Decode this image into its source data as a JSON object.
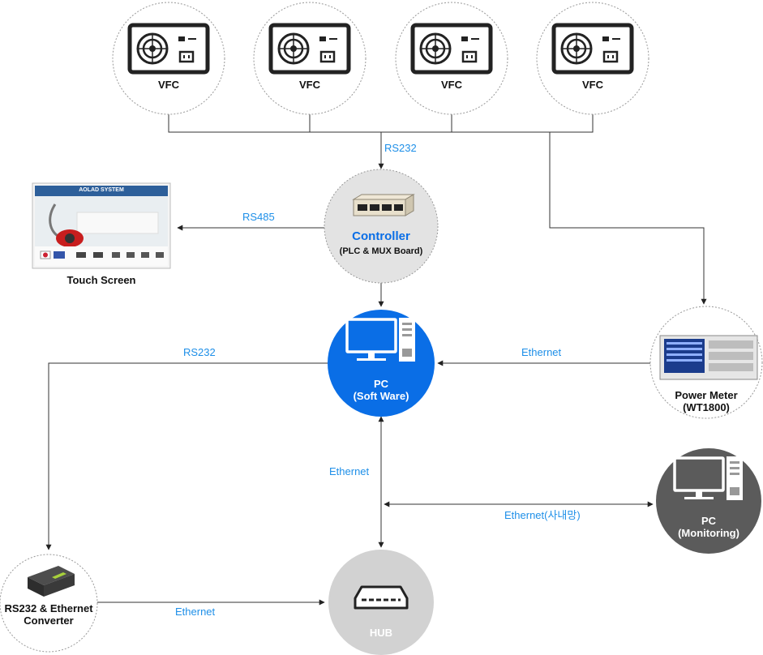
{
  "vfc_nodes": [
    {
      "label": "VFC"
    },
    {
      "label": "VFC"
    },
    {
      "label": "VFC"
    },
    {
      "label": "VFC"
    }
  ],
  "controller": {
    "title": "Controller",
    "subtitle": "(PLC & MUX Board)"
  },
  "touch_screen": {
    "label": "Touch Screen",
    "screen_header": "AOLAD SYSTEM"
  },
  "pc_main": {
    "line1": "PC",
    "line2": "(Soft Ware)"
  },
  "power_meter": {
    "line1": "Power Meter",
    "line2": "(WT1800)"
  },
  "pc_monitor": {
    "line1": "PC",
    "line2": "(Monitoring)"
  },
  "converter": {
    "line1": "RS232 & Ethernet",
    "line2": "Converter"
  },
  "hub": {
    "label": "HUB"
  },
  "links": {
    "vfc_to_controller": "RS232",
    "controller_to_touch": "RS485",
    "pc_to_converter": "RS232",
    "meter_to_pc": "Ethernet",
    "pc_to_hub": "Ethernet",
    "hub_to_monitor": "Ethernet(사내망)",
    "converter_to_hub": "Ethernet"
  },
  "colors": {
    "primary_blue": "#0a6ee6",
    "link_text": "#1e8fe8",
    "monitor_gray": "#5b5b5b",
    "hub_gray": "#d2d2d2",
    "line": "#333333"
  }
}
